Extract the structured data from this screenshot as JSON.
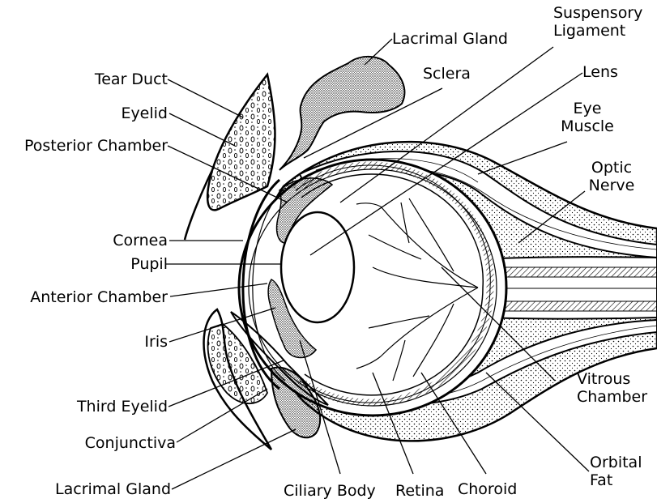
{
  "labels": {
    "tear_duct": "Tear Duct",
    "eyelid": "Eyelid",
    "posterior_chamber": "Posterior Chamber",
    "cornea": "Cornea",
    "pupil": "Pupil",
    "anterior_chamber": "Anterior Chamber",
    "iris": "Iris",
    "third_eyelid": "Third Eyelid",
    "conjunctiva": "Conjunctiva",
    "lacrimal_gland_bottom": "Lacrimal Gland",
    "lacrimal_gland_top": "Lacrimal Gland",
    "sclera": "Sclera",
    "suspensory_1": "Suspensory",
    "suspensory_2": "Ligament",
    "lens": "Lens",
    "eye_muscle_1": "Eye",
    "eye_muscle_2": "Muscle",
    "optic_nerve_1": "Optic",
    "optic_nerve_2": "Nerve",
    "vitreous_1": "Vitrous",
    "vitreous_2": "Chamber",
    "orbital_fat_1": "Orbital",
    "orbital_fat_2": "Fat",
    "ciliary_body": "Ciliary Body",
    "retina": "Retina",
    "choroid": "Choroid"
  }
}
